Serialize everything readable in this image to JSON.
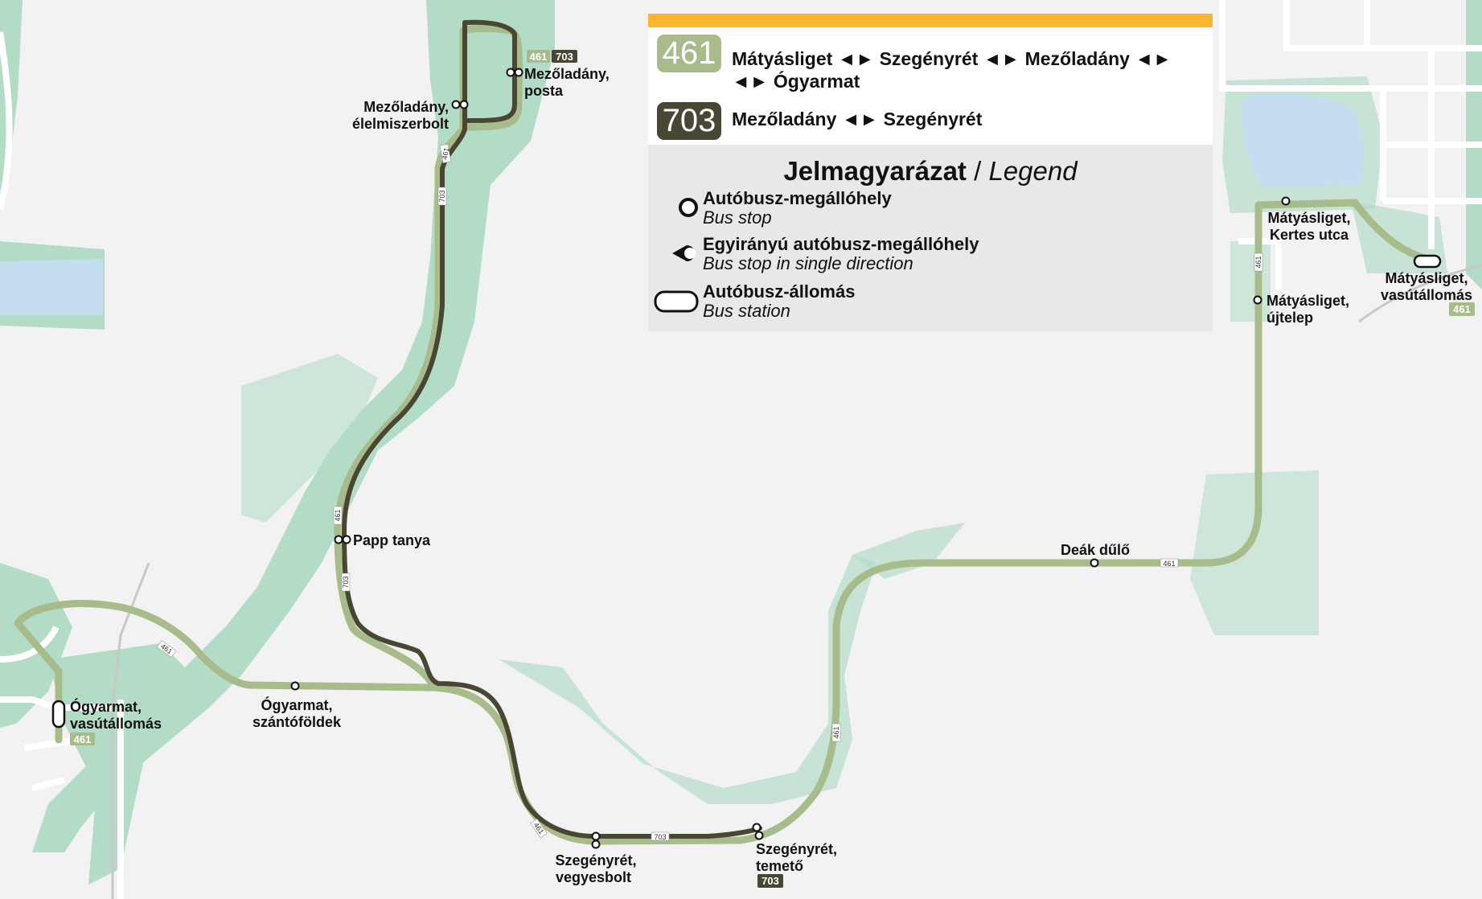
{
  "colors": {
    "route_461": "#a8bb8b",
    "route_703": "#4a4634",
    "header_bar": "#fbb62e",
    "vegetation": "#a8d8c0",
    "water": "#c5ddf0",
    "background": "#f2f2f2"
  },
  "routes_panel": {
    "routes": [
      {
        "number": "461",
        "description_line1": "Mátyásliget ◄► Szegényrét ◄► Mezőladány ◄►",
        "description_line2": "◄► Ógyarmat"
      },
      {
        "number": "703",
        "description_line1": "Mezőladány ◄► Szegényrét"
      }
    ]
  },
  "legend": {
    "title": "Jelmagyarázat",
    "separator": "/",
    "title_en": "Legend",
    "items": [
      {
        "icon": "bus-stop-icon",
        "label_hu": "Autóbusz-megállóhely",
        "label_en": "Bus stop"
      },
      {
        "icon": "single-direction-stop-icon",
        "label_hu": "Egyirányú autóbusz-megállóhely",
        "label_en": "Bus stop in single direction"
      },
      {
        "icon": "bus-station-icon",
        "label_hu": "Autóbusz-állomás",
        "label_en": "Bus station"
      }
    ]
  },
  "stops": {
    "mezoladany_posta": {
      "line1": "Mezőladány,",
      "line2": "posta"
    },
    "mezoladany_elelmiszerbolt": {
      "line1": "Mezőladány,",
      "line2": "élelmiszerbolt"
    },
    "papp_tanya": {
      "line1": "Papp tanya"
    },
    "ogyarmat_szantofoldek": {
      "line1": "Ógyarmat,",
      "line2": "szántóföldek"
    },
    "ogyarmat_vasutallomas": {
      "line1": "Ógyarmat,",
      "line2": "vasútállomás"
    },
    "szegenyret_vegyesbolt": {
      "line1": "Szegényrét,",
      "line2": "vegyesbolt"
    },
    "szegenyret_temeto": {
      "line1": "Szegényrét,",
      "line2": "temető"
    },
    "deak_dulo": {
      "line1": "Deák dűlő"
    },
    "matyasliget_kertes_utca": {
      "line1": "Mátyásliget,",
      "line2": "Kertes utca"
    },
    "matyasliget_ujtelep": {
      "line1": "Mátyásliget,",
      "line2": "újtelep"
    },
    "matyasliget_vasutallomas": {
      "line1": "Mátyásliget,",
      "line2": "vasútállomás"
    }
  },
  "tags": {
    "r461": "461",
    "r703": "703"
  }
}
